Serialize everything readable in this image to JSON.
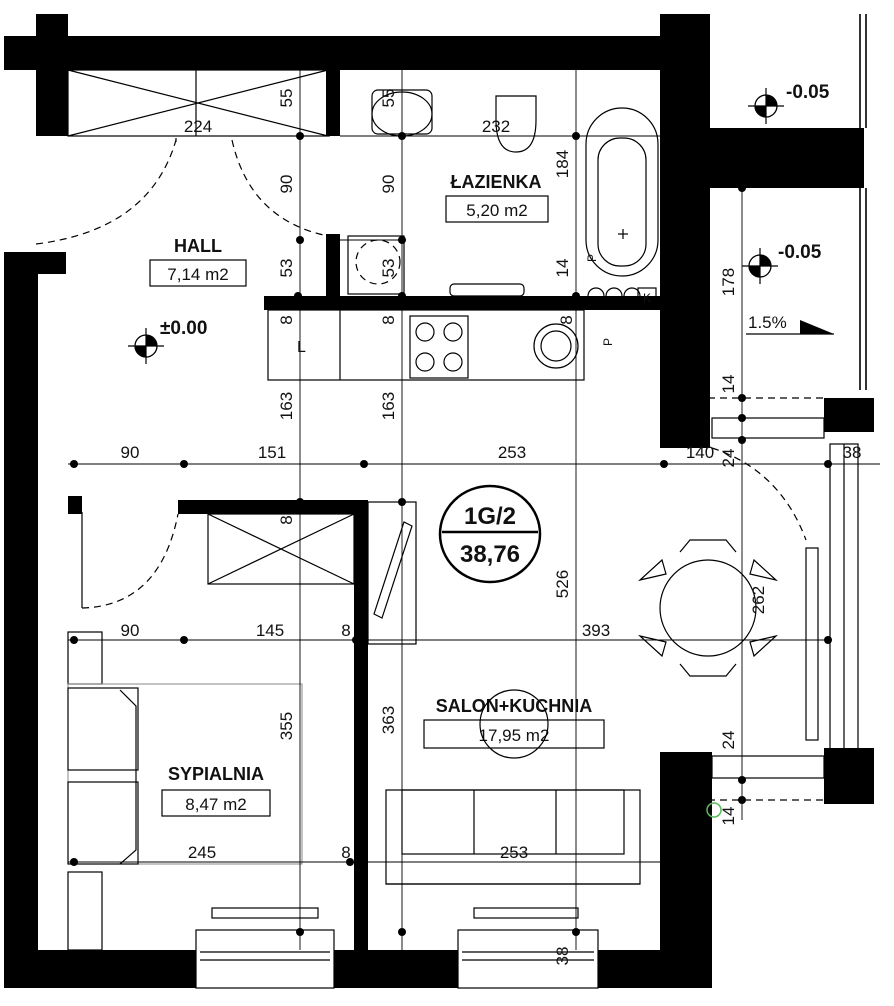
{
  "unit": {
    "code": "1G/2",
    "total_area": "38,76"
  },
  "rooms": {
    "hall": {
      "name": "HALL",
      "area": "7,14 m2"
    },
    "bathroom": {
      "name": "ŁAZIENKA",
      "area": "5,20 m2"
    },
    "living": {
      "name": "SALON+KUCHNIA",
      "area": "17,95 m2"
    },
    "bedroom": {
      "name": "SYPIALNIA",
      "area": "8,47 m2"
    }
  },
  "levels": {
    "hall": "±0.00",
    "balcony_top": "-0.05",
    "balcony_mid": "-0.05"
  },
  "slope": "1.5%",
  "marks": {
    "k": "K",
    "p": "P",
    "l": "L"
  },
  "dims": {
    "d224": "224",
    "d232": "232",
    "d184": "184",
    "d55a": "55",
    "d55b": "55",
    "d90a": "90",
    "d90b": "90",
    "d53a": "53",
    "d53b": "53",
    "d14a": "14",
    "d8a": "8",
    "d8b": "8",
    "d8c": "8",
    "d163a": "163",
    "d163b": "163",
    "d178": "178",
    "d14b": "14",
    "d90c": "90",
    "d151": "151",
    "d253a": "253",
    "d140": "140",
    "d24a": "24",
    "d38a": "38",
    "d8d": "8",
    "d526": "526",
    "d262": "262",
    "d90d": "90",
    "d145": "145",
    "d8e": "8",
    "d393": "393",
    "d355": "355",
    "d363": "363",
    "d24b": "24",
    "d14c": "14",
    "d245": "245",
    "d8f": "8",
    "d253b": "253",
    "d38b": "38"
  }
}
